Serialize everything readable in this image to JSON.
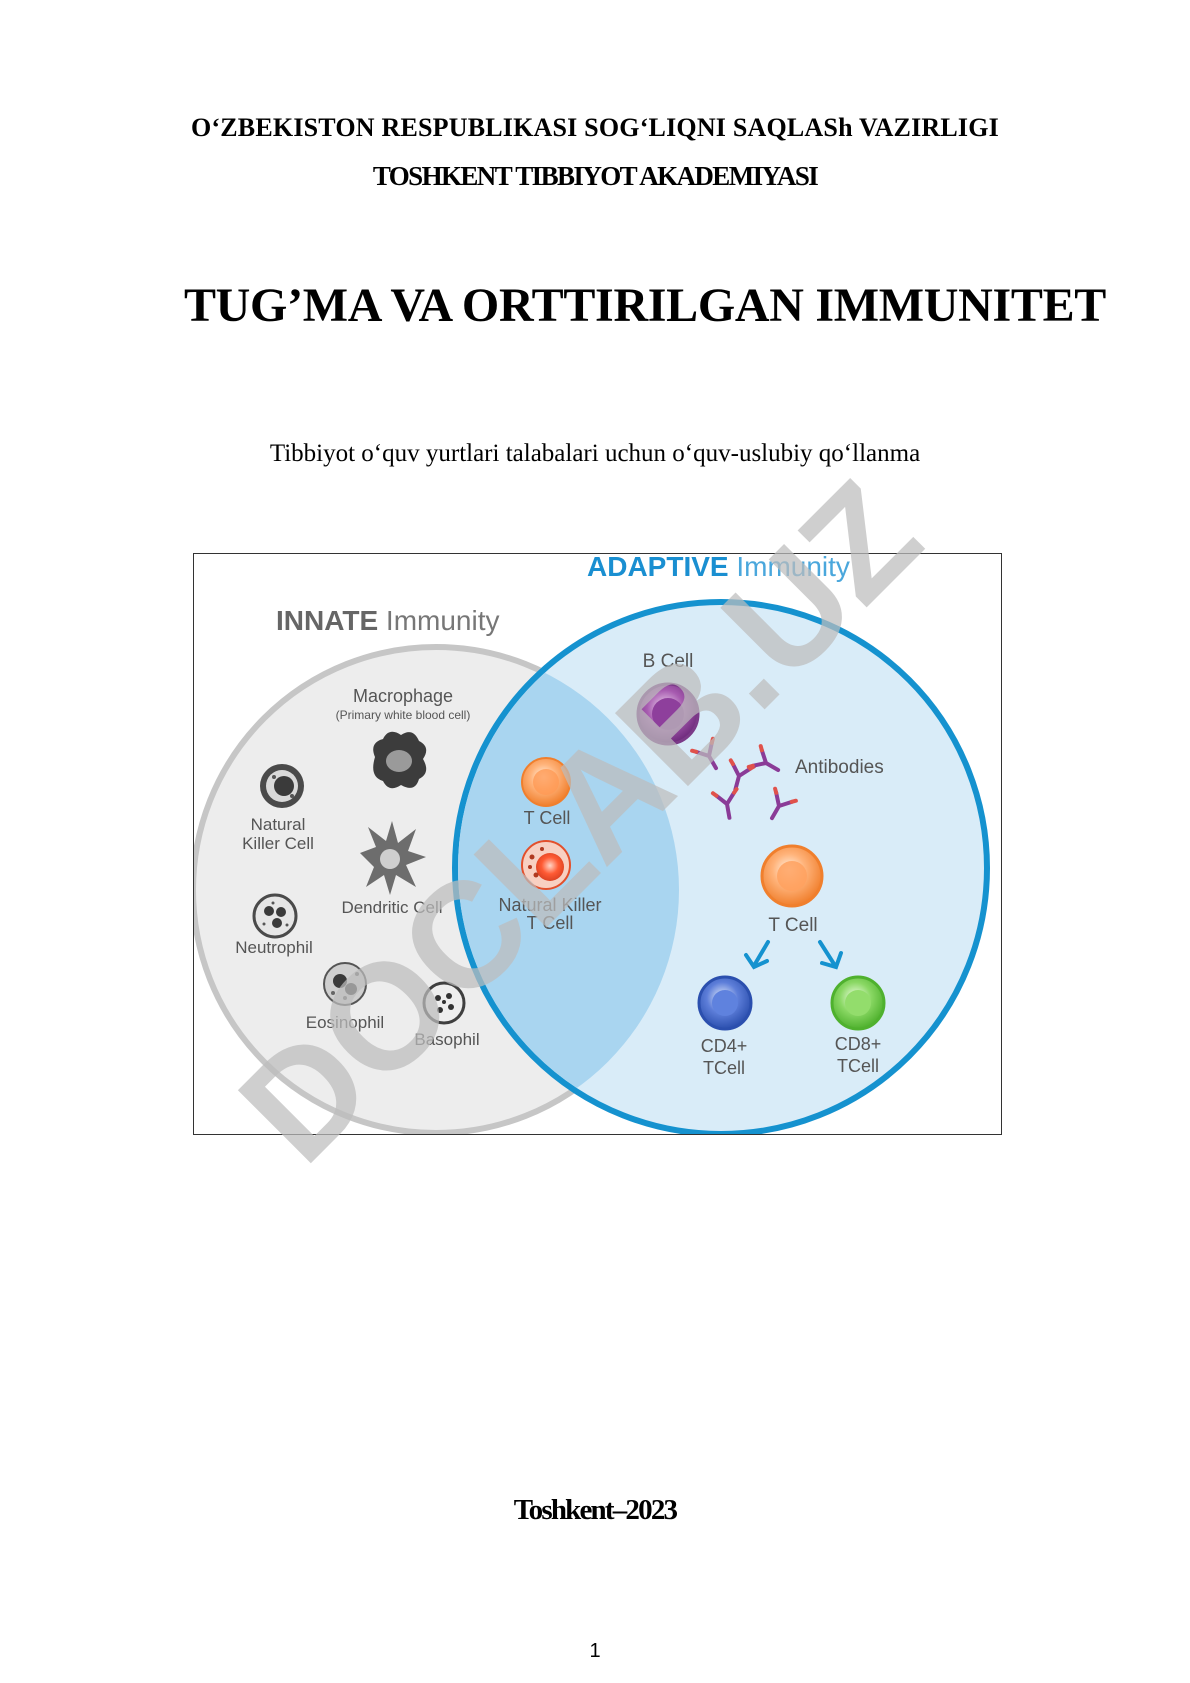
{
  "header": {
    "ministry": "O‘ZBEKISTON RESPUBLIKASI  SOG‘LIQNI SAQLASh VAZIRLIGI",
    "academy": "TOSHKENT TIBBIYOT AKADEMIYASI"
  },
  "title": "TUG’MA VA ORTTIRILGAN IMMUNITET",
  "subtitle": "Tibbiyot  o‘quv yurtlari talabalari uchun o‘quv-uslubiy  qo‘llanma",
  "figure": {
    "innate_title_bold": "INNATE",
    "innate_title_rest": " Immunity",
    "adaptive_title_bold": "ADAPTIVE",
    "adaptive_title_rest": " Immunity",
    "macrophage": "Macrophage",
    "macrophage_note": "(Primary white blood cell)",
    "nk_cell_line1": "Natural",
    "nk_cell_line2": "Killer Cell",
    "dendritic": "Dendritic Cell",
    "neutrophil": "Neutrophil",
    "eosinophil": "Eosinophil",
    "basophil": "Basophil",
    "overlap_t_cell": "T Cell",
    "nkt_line1": "Natural Killer",
    "nkt_line2": "T Cell",
    "b_cell": "B Cell",
    "antibodies": "Antibodies",
    "t_cell": "T Cell",
    "cd4_line1": "CD4+",
    "cd4_line2": "TCell",
    "cd8_line1": "CD8+",
    "cd8_line2": "TCell",
    "colors": {
      "innate_fill": "#ededed",
      "innate_stroke": "#c6c6c6",
      "adaptive_fill": "#d9ecf8",
      "adaptive_stroke": "#1592cf",
      "overlap_fill": "#a9d5f0",
      "title_blue": "#1a8fd1"
    }
  },
  "footer": {
    "city_year": "Toshkent–2023",
    "page_number": "1"
  },
  "watermark": {
    "text": "DOCLAB.UZ",
    "color": "#bdbdbd"
  }
}
